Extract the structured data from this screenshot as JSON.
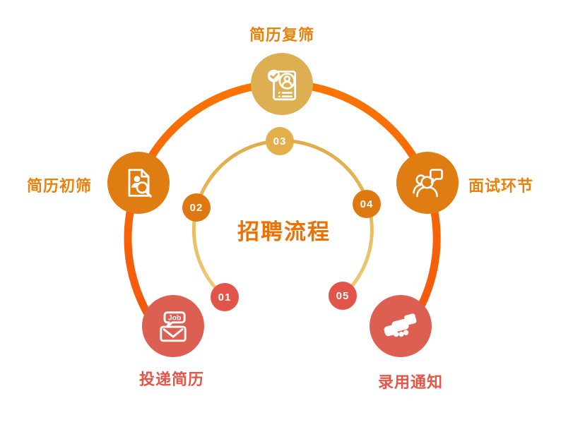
{
  "title": "招聘流程",
  "steps": [
    {
      "number": "01",
      "label": "投递简历",
      "icon": "job-envelope-icon",
      "node_color": "#DD5F51",
      "badge_color": "#E0544A",
      "label_color": "#E4564A"
    },
    {
      "number": "02",
      "label": "简历初筛",
      "icon": "resume-search-icon",
      "node_color": "#DF7C12",
      "badge_color": "#DE7912",
      "label_color": "#E8820E"
    },
    {
      "number": "03",
      "label": "简历复筛",
      "icon": "resume-check-icon",
      "node_color": "#DEAE52",
      "badge_color": "#E2AF4B",
      "label_color": "#E8820E"
    },
    {
      "number": "04",
      "label": "面试环节",
      "icon": "interview-chat-icon",
      "node_color": "#DF7C12",
      "badge_color": "#DE7912",
      "label_color": "#E8820E"
    },
    {
      "number": "05",
      "label": "录用通知",
      "icon": "handshake-icon",
      "node_color": "#DD5F51",
      "badge_color": "#E0544A",
      "label_color": "#E4564A"
    }
  ],
  "colors": {
    "outer_arc_top": "#FB7403",
    "outer_arc_bottom": "#F4560D",
    "inner_arc_top": "#E0AC48",
    "inner_arc_bottom": "#EFCA78",
    "title": "#EE7100",
    "background": "#FFFFFF"
  }
}
